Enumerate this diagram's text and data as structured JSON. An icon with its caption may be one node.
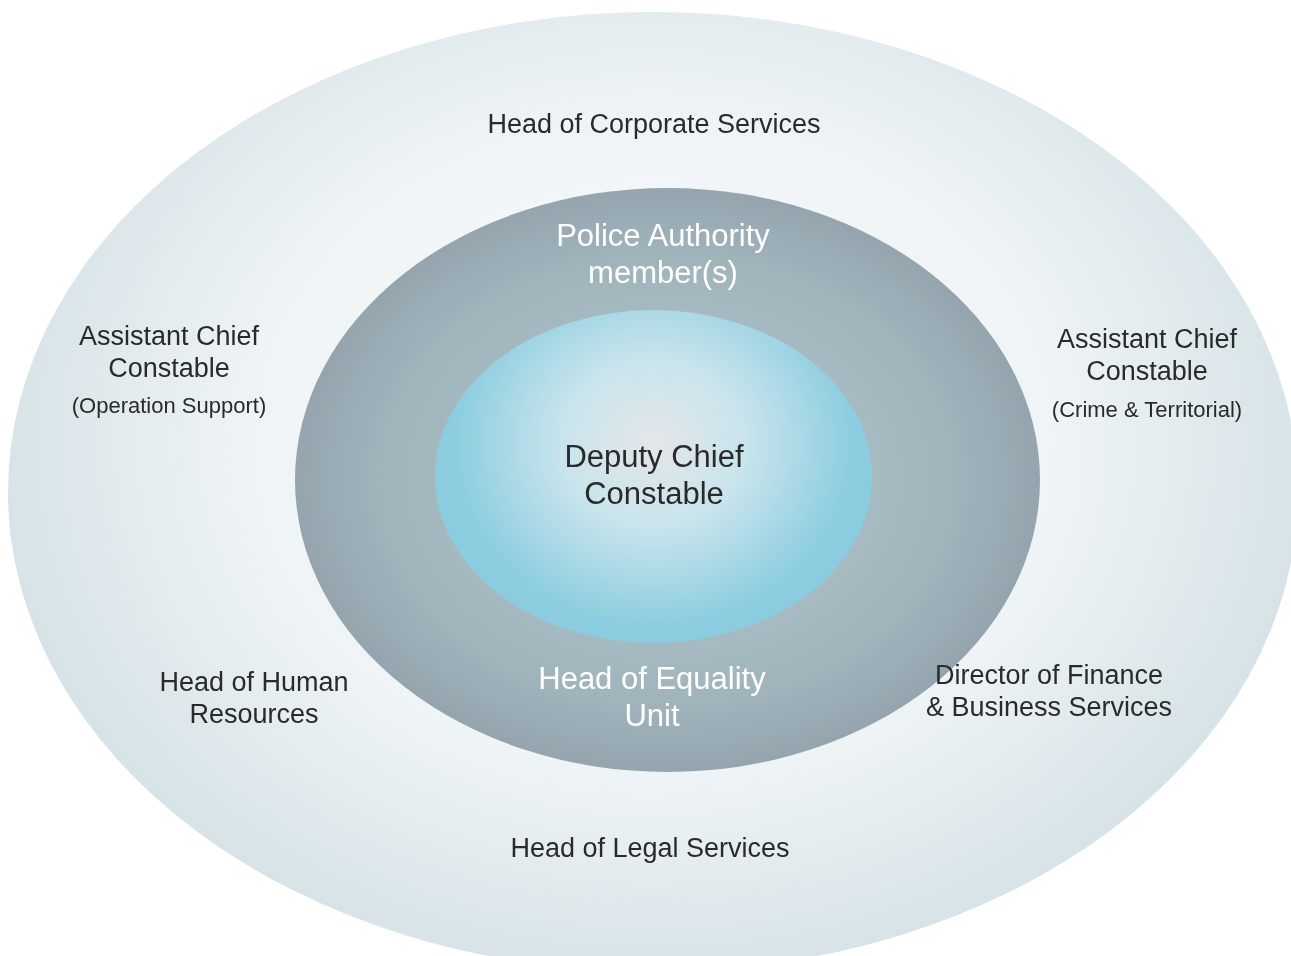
{
  "diagram": {
    "nodes": [
      {
        "text": [
          "Head of Corporate Services",
          "Assistant Chief Constable",
          "(Operation Support)",
          "Assistant Chief Constable",
          "(Crime & Territorial)",
          "Head of Human Resources",
          "Director of Finance & Business Services",
          "Head of Legal Services"
        ]
      },
      {
        "text": [
          "Police Authority member(s)",
          "Head of Equality Unit"
        ],
        "in": 0
      },
      {
        "text": [
          "Deputy Chief Constable"
        ],
        "in": 1
      }
    ],
    "edges": []
  }
}
